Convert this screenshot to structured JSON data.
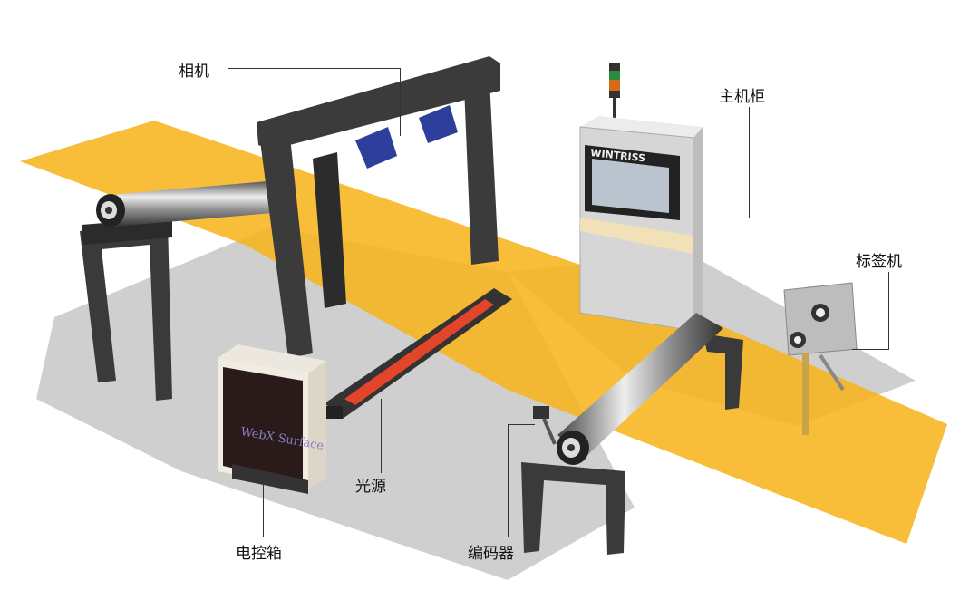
{
  "labels": {
    "camera": "相机",
    "host_cabinet": "主机柜",
    "labeler": "标签机",
    "light_source": "光源",
    "control_box": "电控箱",
    "encoder": "编码器"
  },
  "branding": {
    "cabinet_logo": "WINTRISS",
    "control_box_logo": "WebX Surface"
  },
  "colors": {
    "web_sheet": "#f7b51e",
    "frame": "#3b3b3b",
    "camera": "#2d3f9a",
    "cabinet": "#d6d6d6",
    "light_stripe": "#e2452a",
    "shadow": "#c9c9c9"
  }
}
